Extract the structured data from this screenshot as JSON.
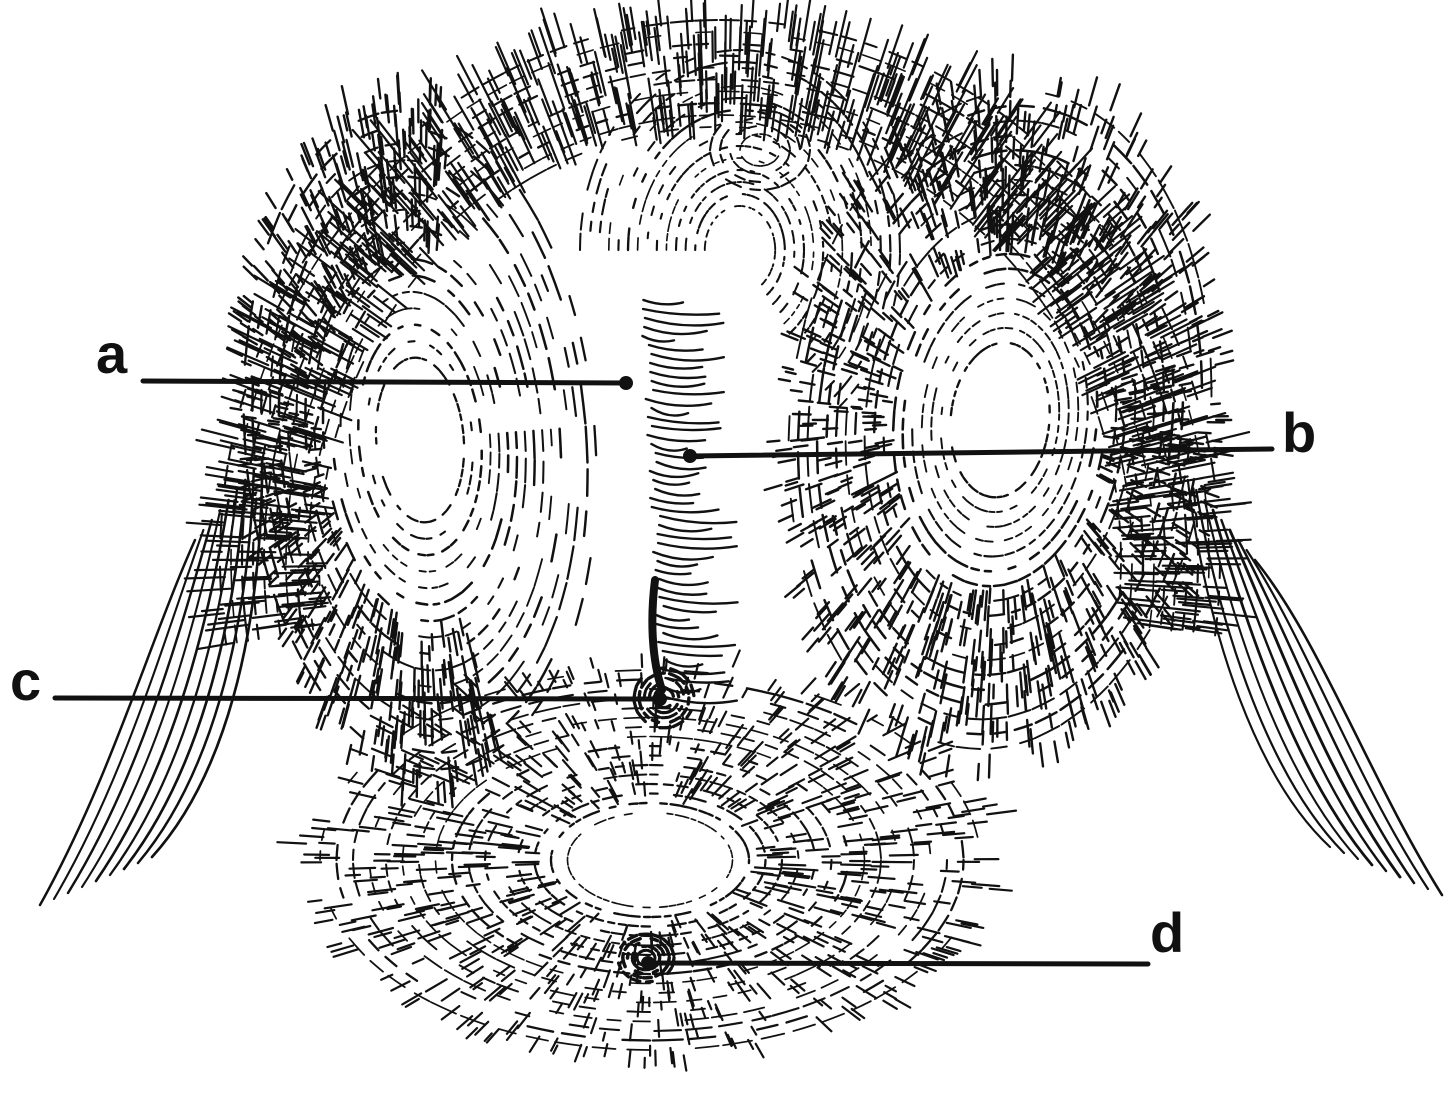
{
  "figure": {
    "ink_color": "#111111",
    "background_color": "#ffffff",
    "labels": [
      {
        "id": "a",
        "text": "a"
      },
      {
        "id": "b",
        "text": "b"
      },
      {
        "id": "c",
        "text": "c"
      },
      {
        "id": "d",
        "text": "d"
      }
    ]
  }
}
